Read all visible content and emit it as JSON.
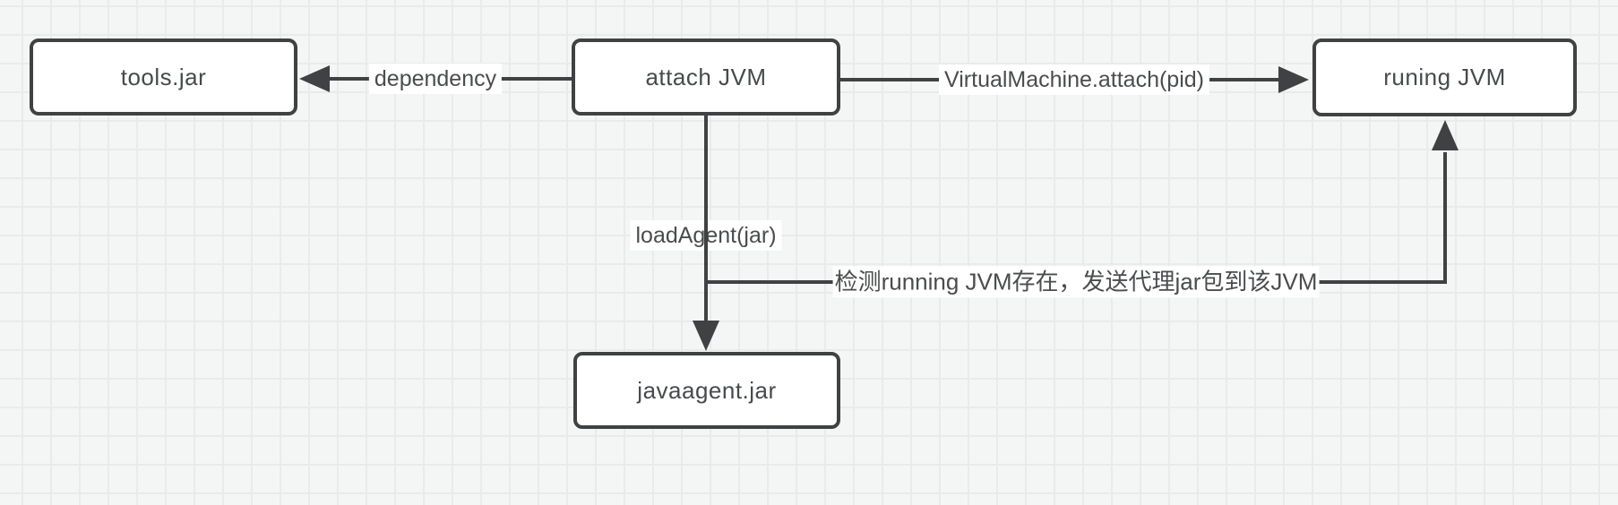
{
  "diagram": {
    "title": "JVM attach / javaagent loading flow",
    "nodes": [
      {
        "id": "tools-jar",
        "label": "tools.jar"
      },
      {
        "id": "attach-jvm",
        "label": "attach JVM"
      },
      {
        "id": "running-jvm",
        "label": "runing JVM"
      },
      {
        "id": "javaagent-jar",
        "label": "javaagent.jar"
      }
    ],
    "edges": [
      {
        "from": "attach-jvm",
        "to": "tools-jar",
        "label": "dependency"
      },
      {
        "from": "attach-jvm",
        "to": "running-jvm",
        "label": "VirtualMachine.attach(pid)"
      },
      {
        "from": "attach-jvm",
        "to": "javaagent-jar",
        "label": "loadAgent(jar)"
      },
      {
        "from": "attach-jvm",
        "to": "running-jvm",
        "label": "检测running JVM存在，发送代理jar包到该JVM"
      }
    ],
    "colors": {
      "canvas_background": "#f4f5f5",
      "grid_line": "#e9eaea",
      "node_fill": "#ffffff",
      "node_border": "#3f4142",
      "connector": "#3f4142",
      "text": "#474a4d",
      "label_background": "#ffffff"
    }
  }
}
